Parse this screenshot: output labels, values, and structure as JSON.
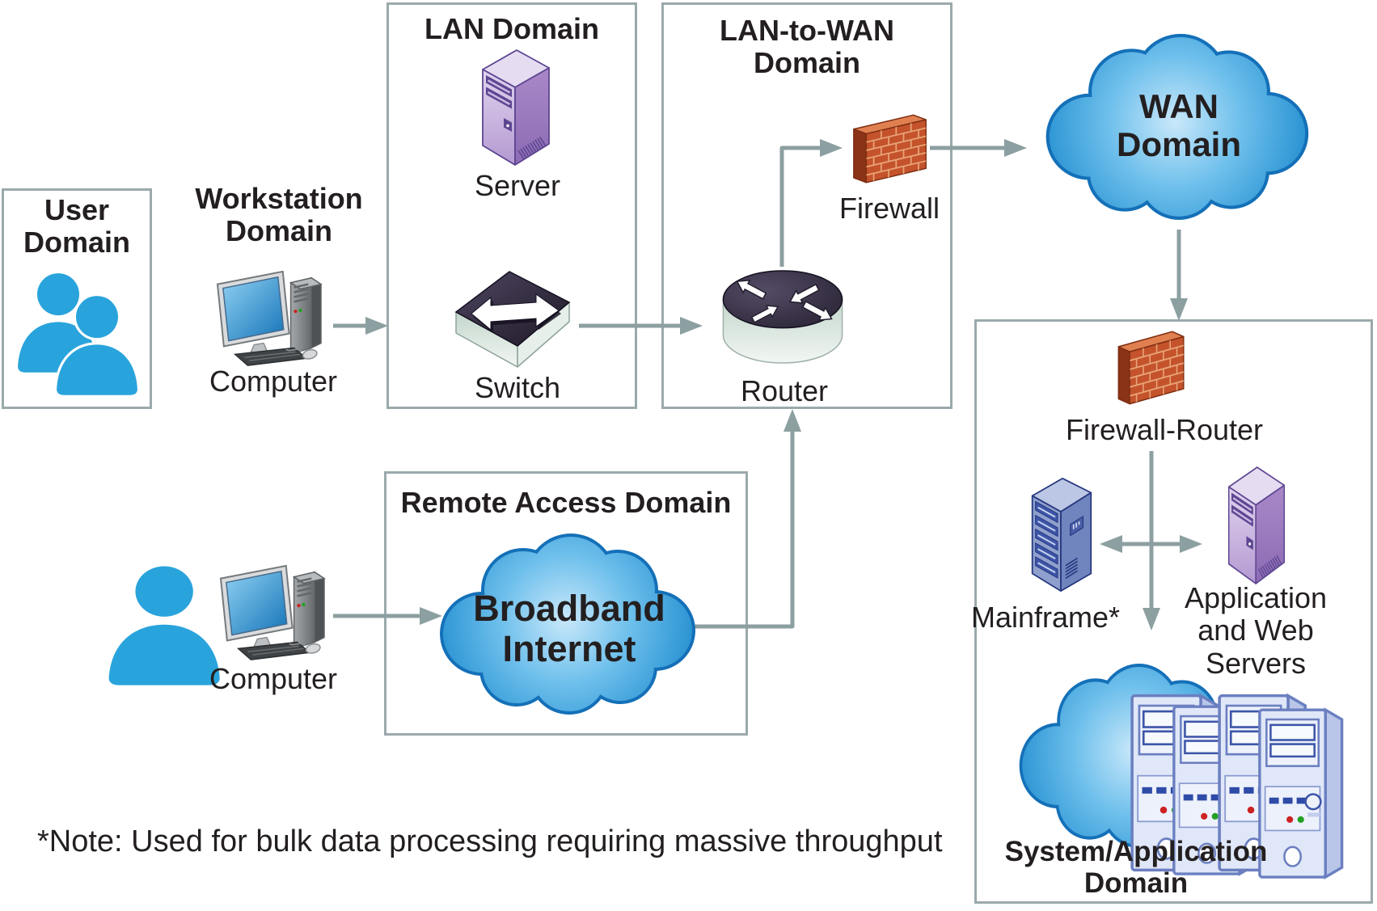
{
  "domains": {
    "user": {
      "title": "User\nDomain"
    },
    "workstation": {
      "title": "Workstation\nDomain",
      "computer_label": "Computer"
    },
    "lan": {
      "title": "LAN Domain",
      "server_label": "Server",
      "switch_label": "Switch"
    },
    "lan_to_wan": {
      "title": "LAN-to-WAN\nDomain",
      "firewall_label": "Firewall",
      "router_label": "Router"
    },
    "wan": {
      "title": "WAN\nDomain"
    },
    "remote_access": {
      "title": "Remote Access Domain",
      "cloud_label": "Broadband\nInternet",
      "computer_label": "Computer"
    },
    "system_application": {
      "title": "System/Application\nDomain",
      "firewall_router_label": "Firewall-Router",
      "mainframe_label": "Mainframe*",
      "app_web_servers_label": "Application\nand Web\nServers"
    }
  },
  "note": {
    "text": "*Note: Used for bulk data processing requiring massive throughput"
  },
  "icons": {
    "user_domain": "two-users-icon",
    "workstation": "desktop-computer-icon",
    "lan_server": "server-tower-icon",
    "lan_switch": "network-switch-icon",
    "lan_to_wan_firewall": "brick-firewall-icon",
    "lan_to_wan_router": "router-icon",
    "wan": "cloud-icon",
    "remote_user": "user-icon",
    "remote_computer": "desktop-computer-icon",
    "remote_cloud": "cloud-icon",
    "sysapp_firewall_router": "brick-firewall-icon",
    "sysapp_mainframe": "mainframe-icon",
    "sysapp_app_servers": "server-tower-icon",
    "sysapp_cloud": "cloud-with-servers-icon"
  },
  "colors": {
    "accent_blue": "#29A3DC",
    "cloud_edge": "#1470B8",
    "line_gray": "#8C9FA1",
    "box_border": "#9BA9AC",
    "brick_orange": "#C4532C",
    "server_purple": "#C5AEDC",
    "switch_dark": "#2A2333",
    "mainframe_blue": "#8FA0CE",
    "text": "#231F20"
  }
}
